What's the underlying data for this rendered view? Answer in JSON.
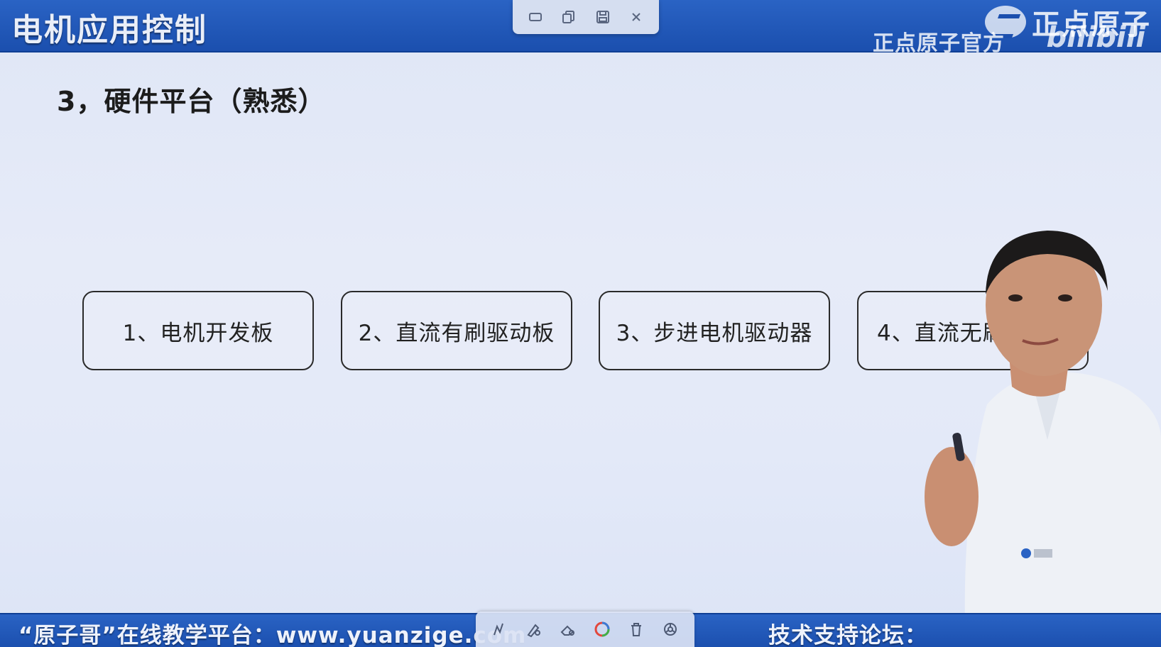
{
  "header": {
    "course_title": "电机应用控制",
    "brand_name": "正点原子",
    "watermark": "正点原子官方",
    "bili_logo": "bilibili"
  },
  "window_toolbar": {
    "buttons": [
      {
        "icon": "minimize-window-icon"
      },
      {
        "icon": "copy-icon"
      },
      {
        "icon": "save-icon"
      },
      {
        "icon": "close-icon"
      }
    ]
  },
  "slide": {
    "heading": "3，硬件平台（熟悉）",
    "cards": [
      {
        "label": "1、电机开发板"
      },
      {
        "label": "2、直流有刷驱动板"
      },
      {
        "label": "3、步进电机驱动器"
      },
      {
        "label": "4、直流无刷"
      }
    ]
  },
  "footer": {
    "platform_text": "“原子哥”在线教学平台：www.yuanzige.com",
    "forum_text": "技术支持论坛："
  },
  "draw_toolbar": {
    "tools": [
      {
        "icon": "pen-icon"
      },
      {
        "icon": "highlighter-icon"
      },
      {
        "icon": "eraser-icon"
      },
      {
        "icon": "color-picker-icon"
      },
      {
        "icon": "trash-icon"
      },
      {
        "icon": "settings-icon"
      }
    ]
  },
  "colors": {
    "bar_blue": "#1b4fae",
    "slide_bg": "#e3e9f8",
    "card_border": "#2a2a2a"
  }
}
